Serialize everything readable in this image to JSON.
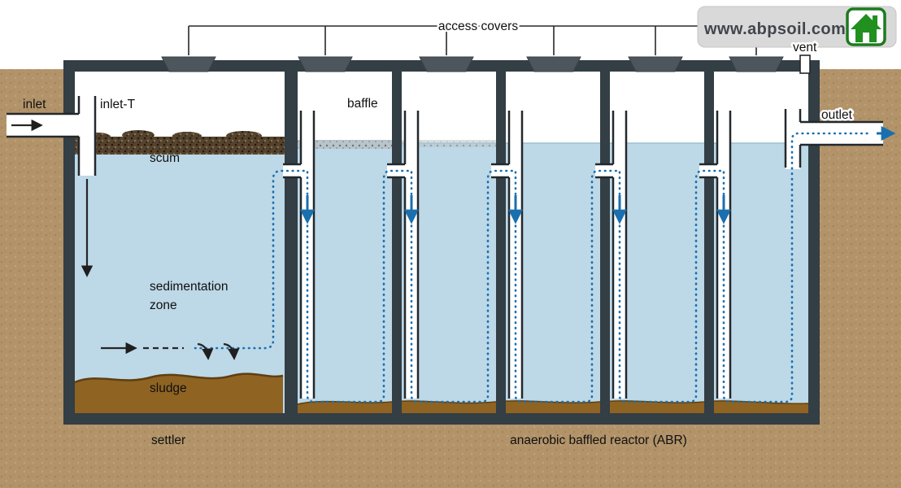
{
  "labels": {
    "inlet": "inlet",
    "inlet_t": "inlet-T",
    "scum": "scum",
    "sedimentation_line1": "sedimentation",
    "sedimentation_line2": "zone",
    "sludge": "sludge",
    "settler": "settler",
    "baffle": "baffle",
    "access_covers": "access covers",
    "vent": "vent",
    "outlet": "outlet",
    "abr": "anaerobic baffled reactor (ABR)"
  },
  "watermark": {
    "text": "www.abpsoil.com",
    "icon": "house-icon"
  },
  "components": {
    "access_cover_count": 6,
    "abr_chamber_count": 5,
    "baffle_pipe_count": 5
  },
  "colors": {
    "soil": "#b2936a",
    "wall": "#333e45",
    "water": "#bdd8e7",
    "sludge": "#8f6322",
    "scum": "#55432e",
    "flow_blue": "#1a6fae",
    "access_cover": "#4d565c",
    "logo_green": "#1d7a1f",
    "logo_box": "#d9d9d9"
  }
}
